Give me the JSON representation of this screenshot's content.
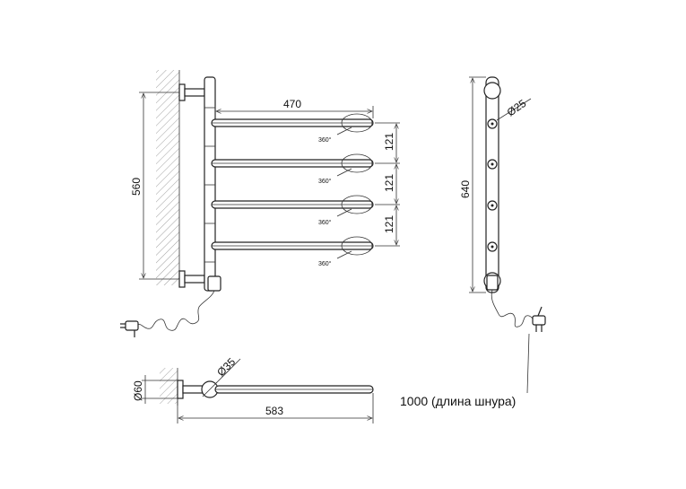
{
  "dimensions": {
    "height_total": "560",
    "arm_length": "470",
    "arm_spacing": [
      "121",
      "121",
      "121"
    ],
    "rotation_labels": [
      "360°",
      "360°",
      "360°",
      "360°"
    ],
    "side_height": "640",
    "tube_diameter": "Ø25",
    "mount_diameter": "Ø35",
    "flange_diameter": "Ø60",
    "depth": "583",
    "cable_note": "1000 (длина шнура)"
  },
  "colors": {
    "line": "#222222",
    "hatch": "#888888",
    "background": "#ffffff"
  }
}
